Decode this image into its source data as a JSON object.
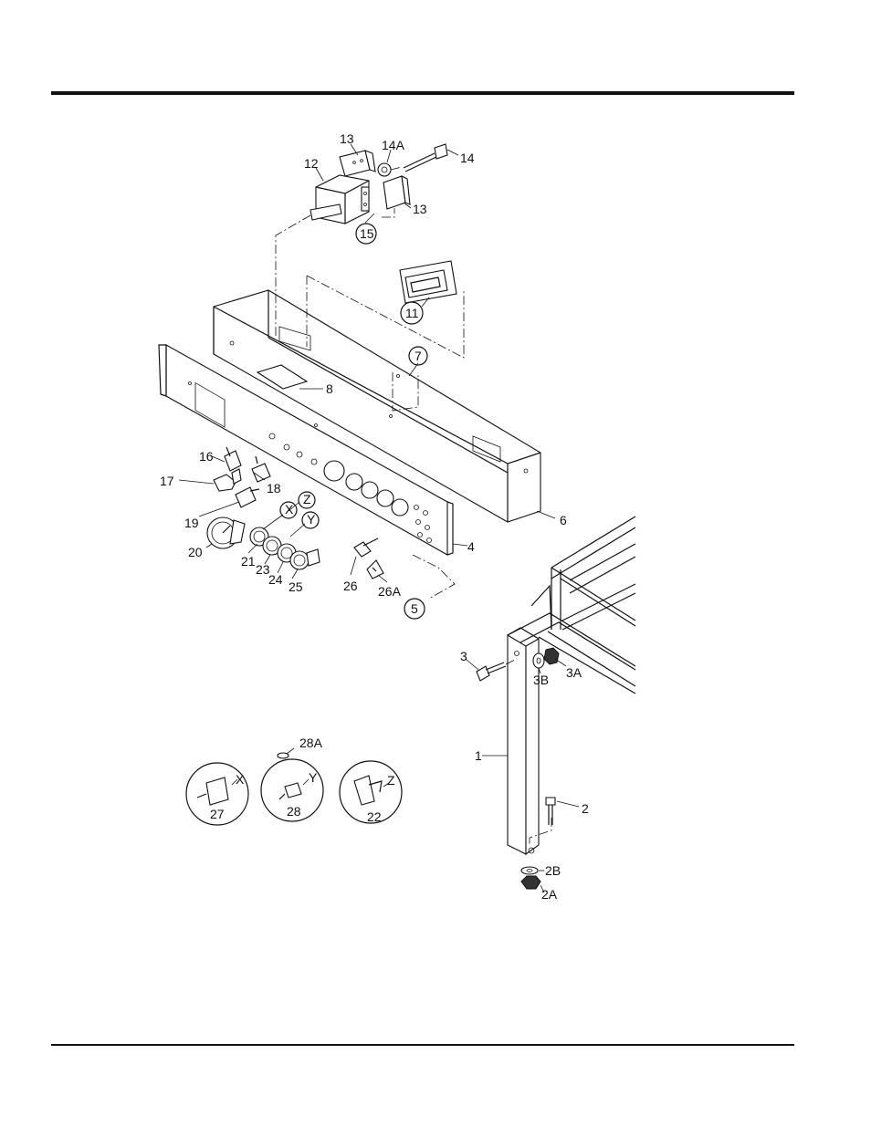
{
  "callouts": {
    "c13a": "13",
    "c12": "12",
    "c14a": "14A",
    "c14": "14",
    "c13b": "13",
    "c15": "15",
    "c11": "11",
    "c7": "7",
    "c8": "8",
    "c6": "6",
    "c4": "4",
    "c5": "5",
    "c16": "16",
    "c17": "17",
    "c18": "18",
    "c19": "19",
    "c20": "20",
    "c21": "21",
    "c23": "23",
    "c24": "24",
    "c25": "25",
    "c26": "26",
    "c26a": "26A",
    "cX": "X",
    "cY": "Y",
    "cZ": "Z",
    "c3": "3",
    "c3b": "3B",
    "c3a": "3A",
    "c1": "1",
    "c2": "2",
    "c2b": "2B",
    "c2a": "2A",
    "c28a": "28A",
    "dX": "X",
    "dY": "Y",
    "dZ": "Z",
    "c27": "27",
    "c28": "28",
    "c22": "22"
  }
}
